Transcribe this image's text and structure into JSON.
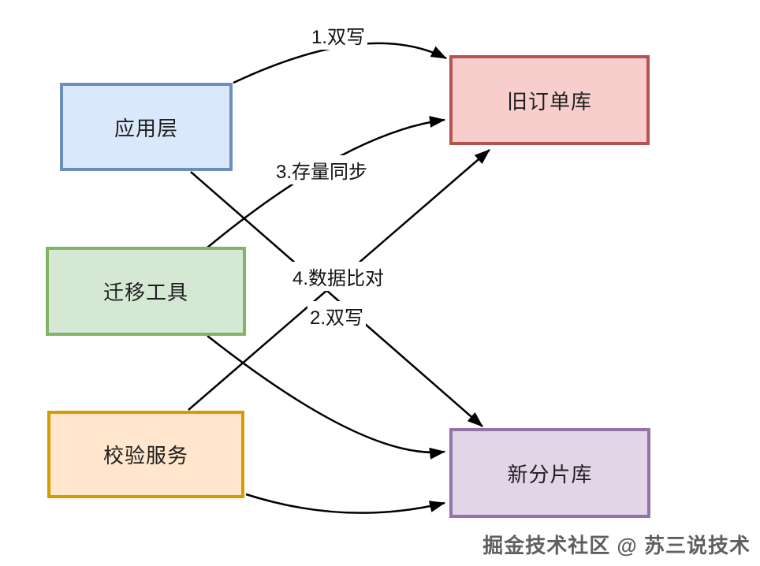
{
  "diagram": {
    "title_hint": "database migration architecture diagram",
    "line_color": "#000000",
    "background": "#ffffff",
    "nodes": [
      {
        "id": "app-layer",
        "label": "应用层",
        "fill": "#dae8fc",
        "stroke": "#6c8ebf"
      },
      {
        "id": "migration-tool",
        "label": "迁移工具",
        "fill": "#d5e8d4",
        "stroke": "#82b366"
      },
      {
        "id": "validation-service",
        "label": "校验服务",
        "fill": "#ffe6cc",
        "stroke": "#d79b00"
      },
      {
        "id": "old-order-db",
        "label": "旧订单库",
        "fill": "#f8cecc",
        "stroke": "#b85450"
      },
      {
        "id": "new-shard-db",
        "label": "新分片库",
        "fill": "#e1d5e7",
        "stroke": "#9673a6"
      }
    ],
    "edges": [
      {
        "label": "1.双写",
        "from": "app-layer",
        "to": "old-order-db"
      },
      {
        "label": "2.双写",
        "from": "app-layer",
        "to": "new-shard-db"
      },
      {
        "label": "3.存量同步",
        "from": "migration-tool",
        "to": "old-order-db"
      },
      {
        "label": "4.数据比对",
        "from": "validation-service",
        "to": "old-order-db"
      },
      {
        "label": "",
        "from": "migration-tool",
        "to": "new-shard-db"
      },
      {
        "label": "",
        "from": "validation-service",
        "to": "new-shard-db"
      }
    ],
    "watermark": "掘金技术社区 @ 苏三说技术"
  }
}
